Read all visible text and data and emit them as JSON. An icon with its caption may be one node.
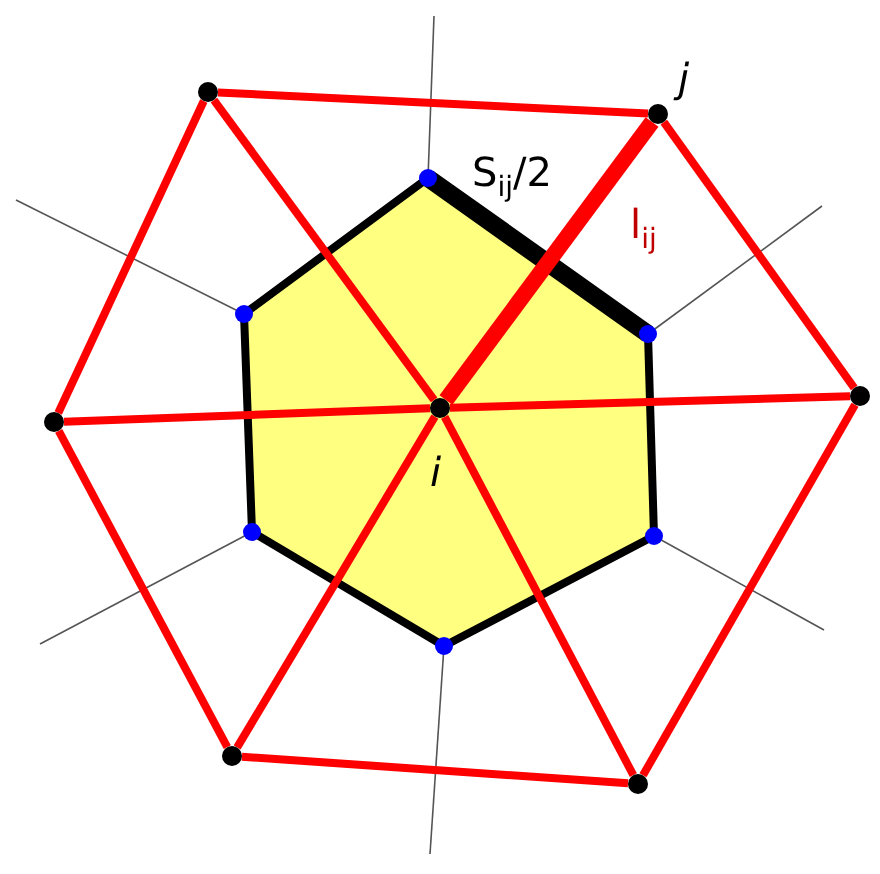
{
  "diagram": {
    "nodes": [
      {
        "text": [],
        "shape": "circle"
      },
      {
        "text": [],
        "shape": "circle",
        "beside": [
          "j"
        ]
      },
      {
        "text": [],
        "shape": "circle"
      },
      {
        "text": [],
        "shape": "circle",
        "beside": [
          "i"
        ]
      },
      {
        "text": [],
        "shape": "circle"
      },
      {
        "text": [],
        "shape": "circle"
      },
      {
        "text": [],
        "shape": "circle"
      }
    ],
    "edges": [
      {
        "from": 3,
        "to": 0,
        "arrow": "none"
      },
      {
        "from": 3,
        "to": 1,
        "arrow": "none",
        "style": "thick",
        "label": "l$_{ij}$"
      },
      {
        "from": 3,
        "to": 2,
        "arrow": "none"
      },
      {
        "from": 3,
        "to": 4,
        "arrow": "none"
      },
      {
        "from": 3,
        "to": 5,
        "arrow": "none"
      },
      {
        "from": 3,
        "to": 6,
        "arrow": "none"
      },
      {
        "from": 0,
        "to": 1,
        "arrow": "none"
      },
      {
        "from": 1,
        "to": 2,
        "arrow": "none"
      },
      {
        "from": 2,
        "to": 6,
        "arrow": "none"
      },
      {
        "from": 6,
        "to": 5,
        "arrow": "none"
      },
      {
        "from": 5,
        "to": 4,
        "arrow": "none"
      },
      {
        "from": 4,
        "to": 0,
        "arrow": "none"
      }
    ],
    "labels": [
      "S$_{ij}$/2"
    ]
  }
}
